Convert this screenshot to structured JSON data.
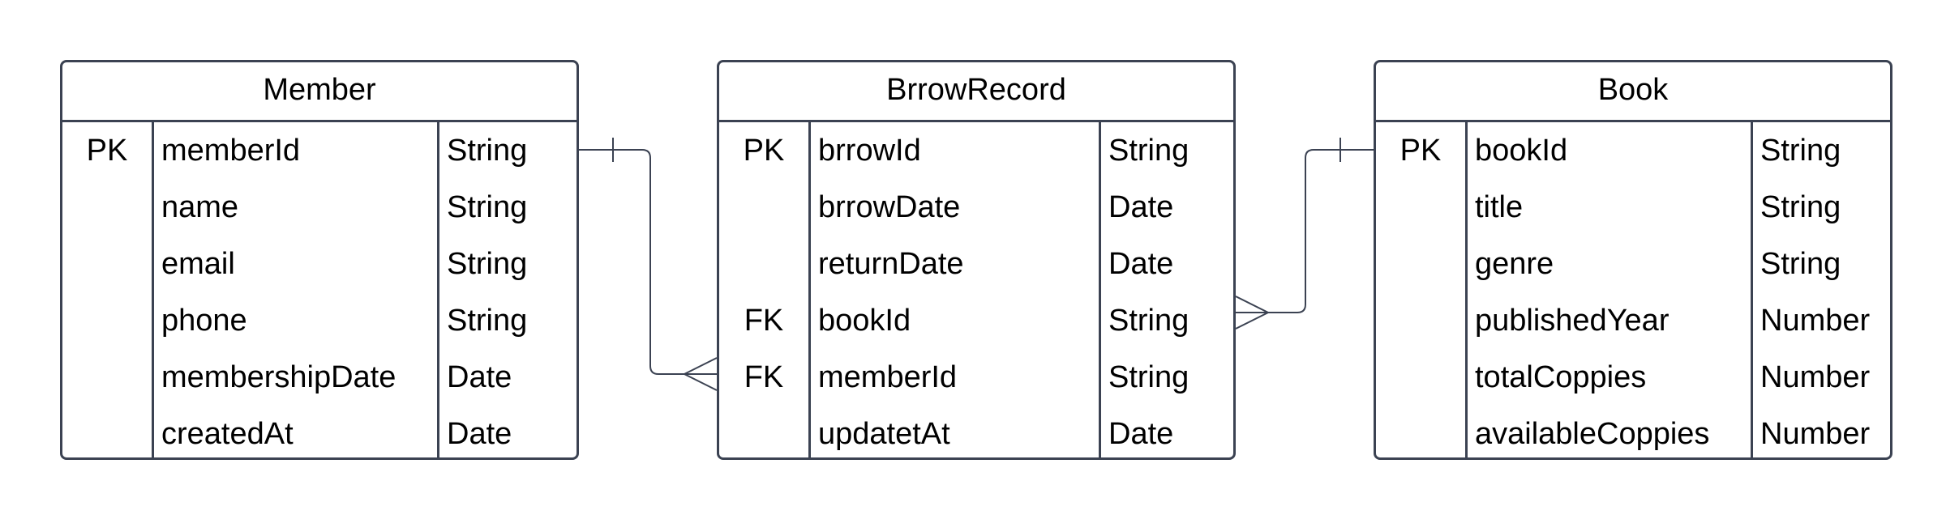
{
  "entities": [
    {
      "title": "Member",
      "rows": [
        {
          "key": "PK",
          "name": "memberId",
          "type": "String"
        },
        {
          "key": "",
          "name": "name",
          "type": "String"
        },
        {
          "key": "",
          "name": "email",
          "type": "String"
        },
        {
          "key": "",
          "name": "phone",
          "type": "String"
        },
        {
          "key": "",
          "name": "membershipDate",
          "type": "Date"
        },
        {
          "key": "",
          "name": "createdAt",
          "type": "Date"
        }
      ]
    },
    {
      "title": "BrrowRecord",
      "rows": [
        {
          "key": "PK",
          "name": "brrowId",
          "type": "String"
        },
        {
          "key": "",
          "name": "brrowDate",
          "type": "Date"
        },
        {
          "key": "",
          "name": "returnDate",
          "type": "Date"
        },
        {
          "key": "FK",
          "name": "bookId",
          "type": "String"
        },
        {
          "key": "FK",
          "name": "memberId",
          "type": "String"
        },
        {
          "key": "",
          "name": "updatetAt",
          "type": "Date"
        }
      ]
    },
    {
      "title": "Book",
      "rows": [
        {
          "key": "PK",
          "name": "bookId",
          "type": "String"
        },
        {
          "key": "",
          "name": "title",
          "type": "String"
        },
        {
          "key": "",
          "name": "genre",
          "type": "String"
        },
        {
          "key": "",
          "name": "publishedYear",
          "type": "Number"
        },
        {
          "key": "",
          "name": "totalCoppies",
          "type": "Number"
        },
        {
          "key": "",
          "name": "availableCoppies",
          "type": "Number"
        }
      ]
    }
  ],
  "relationships": [
    {
      "from": "Member",
      "from_field": "memberId",
      "from_cardinality": "one",
      "to": "BrrowRecord",
      "to_field": "memberId",
      "to_cardinality": "many"
    },
    {
      "from": "Book",
      "from_field": "bookId",
      "from_cardinality": "one",
      "to": "BrrowRecord",
      "to_field": "bookId",
      "to_cardinality": "many"
    }
  ],
  "colors": {
    "stroke": "#3b4252",
    "background": "#ffffff"
  }
}
